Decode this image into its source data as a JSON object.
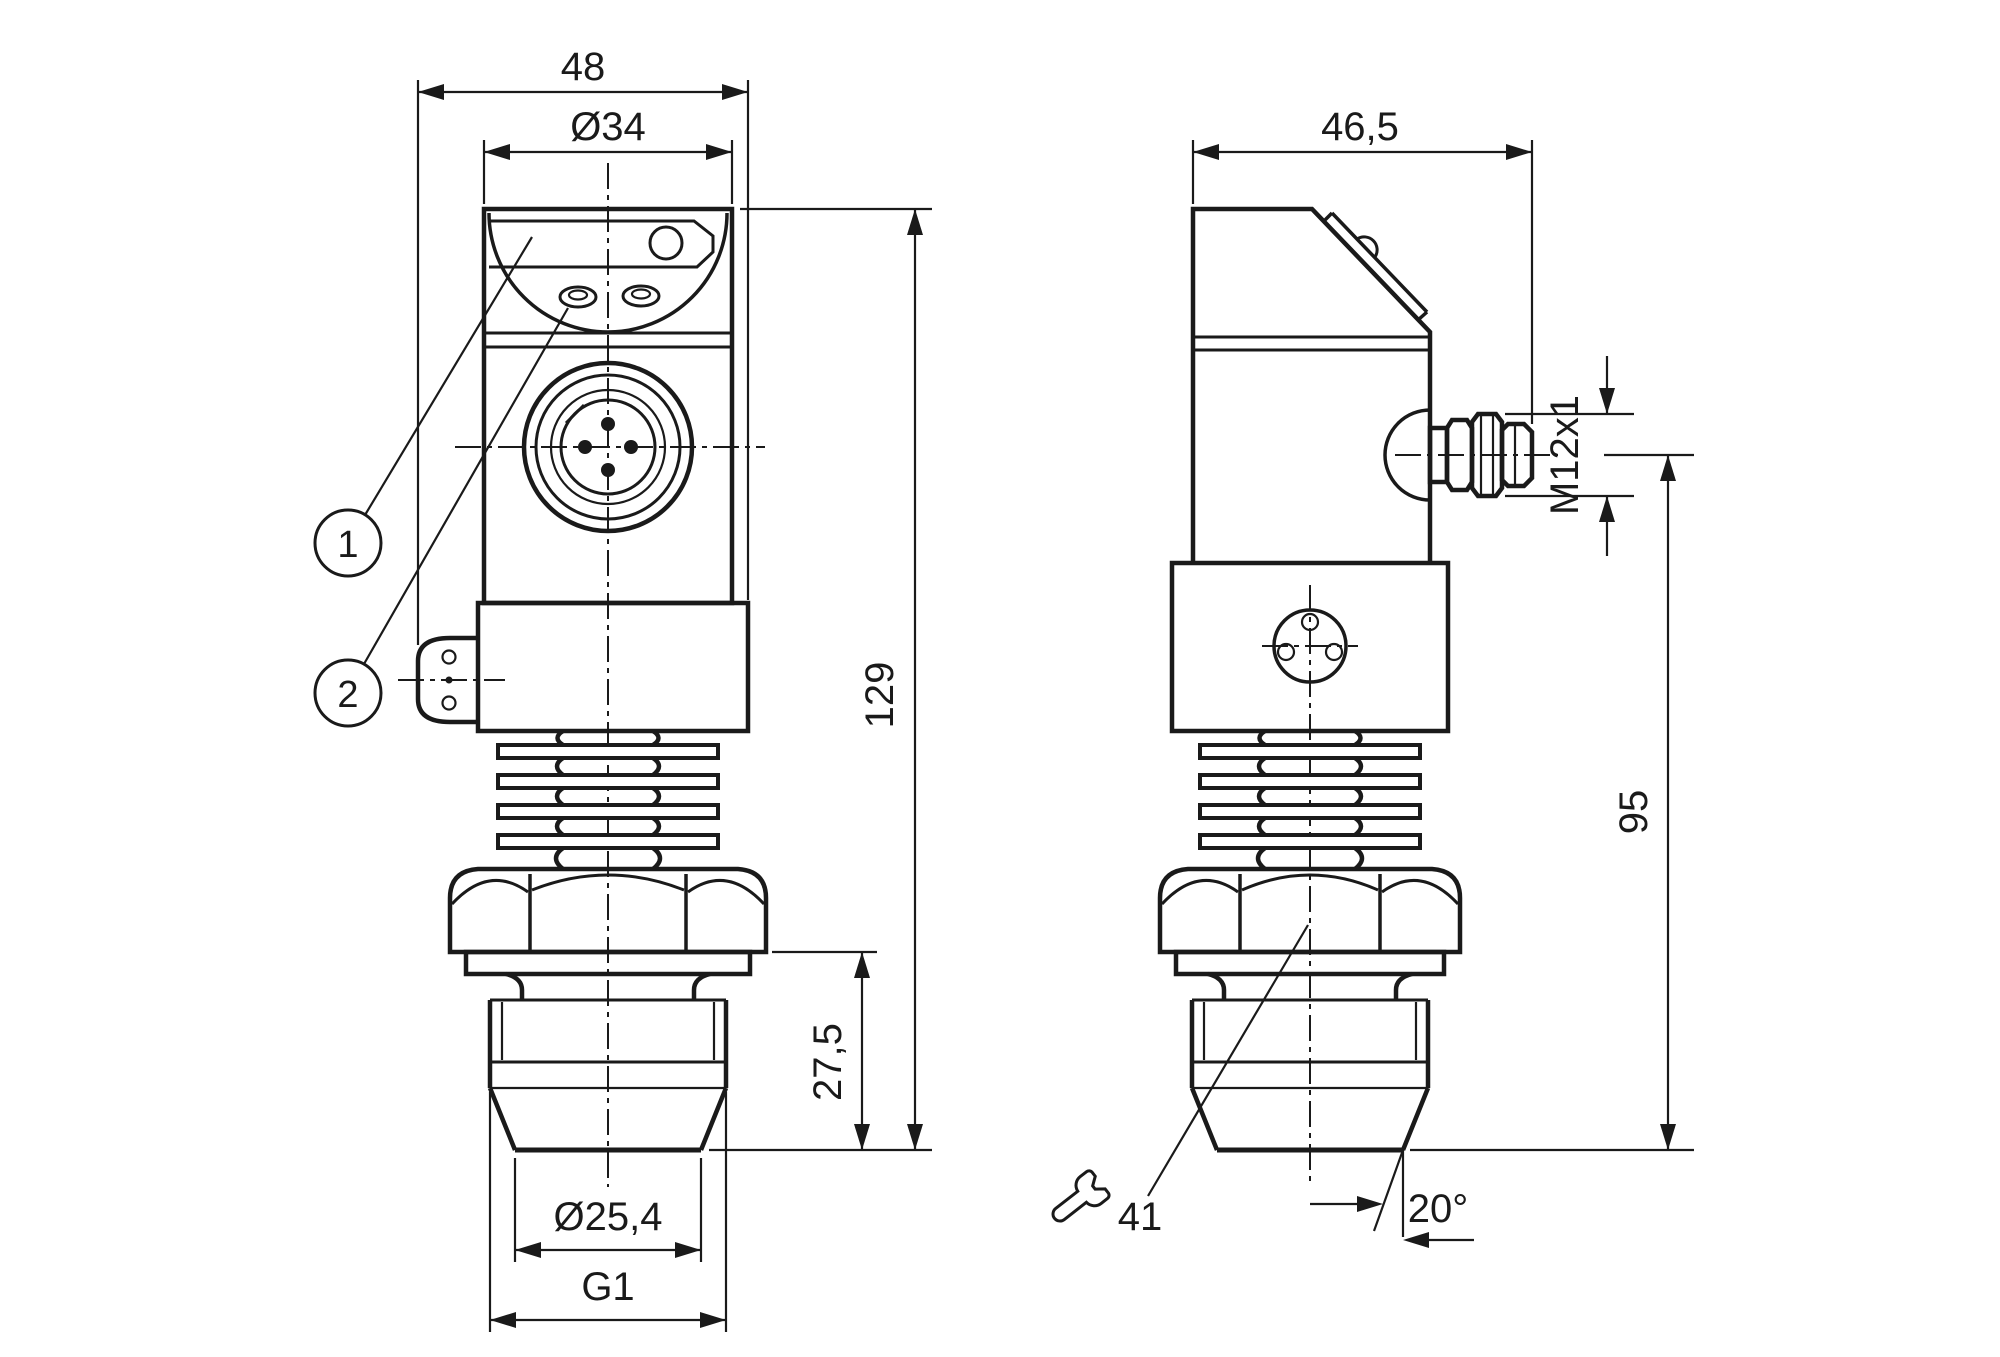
{
  "drawing": {
    "background": "#ffffff",
    "line_color": "#1a1a1a",
    "front_view": {
      "overall_width": "48",
      "head_diameter": "Ø34",
      "overall_height": "129",
      "lower_height": "27,5",
      "tip_diameter": "Ø25,4",
      "process_connection": "G1",
      "callouts": {
        "one": "1",
        "two": "2"
      }
    },
    "side_view": {
      "overall_depth": "46,5",
      "connector_thread": "M12x1",
      "connector_height": "95",
      "wrench_size": "41",
      "cone_angle": "20°"
    },
    "icons": {
      "wrench": "wrench-icon"
    }
  }
}
